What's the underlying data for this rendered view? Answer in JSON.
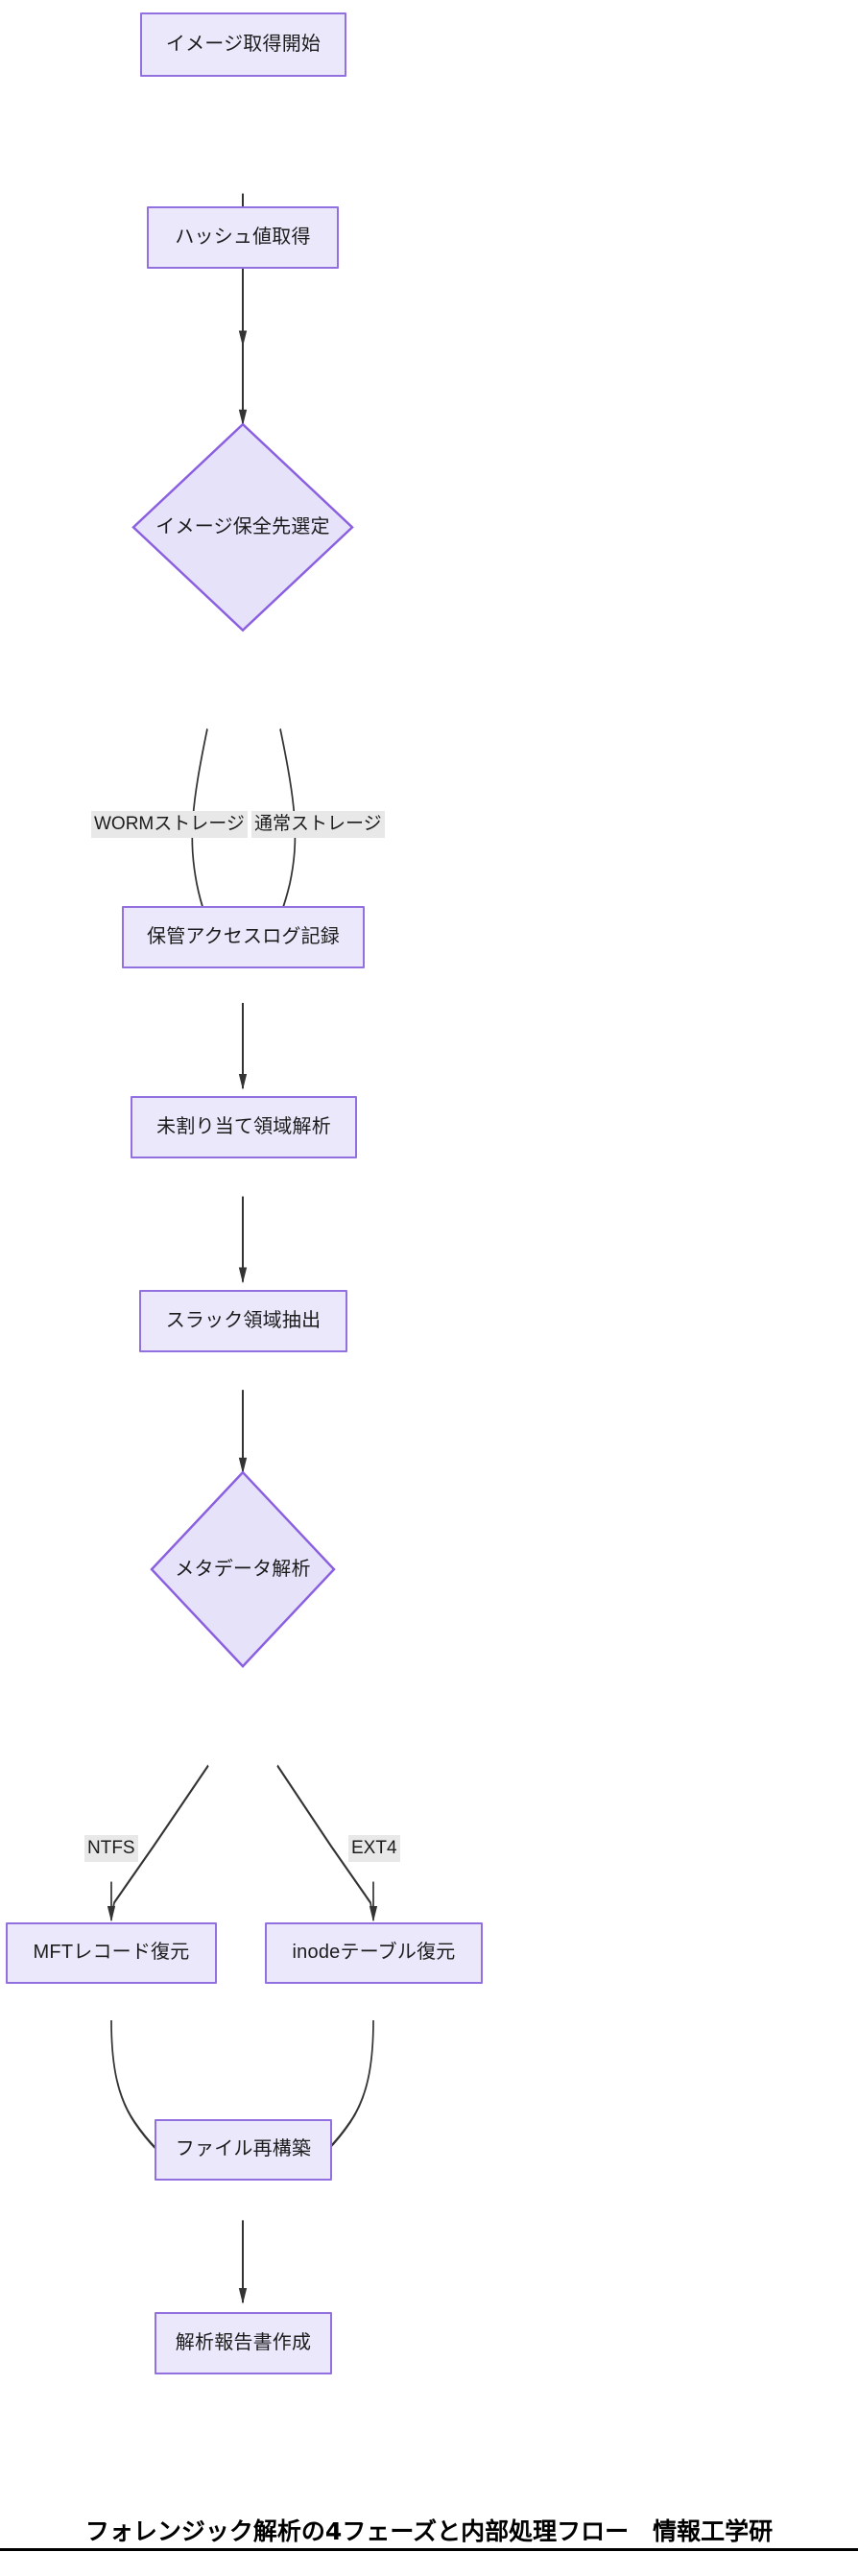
{
  "diagram": {
    "type": "flowchart",
    "direction": "top-to-bottom",
    "theme": {
      "node_fill": "#ebe8fb",
      "node_border": "#9370e0",
      "node_text": "#1c1c1c",
      "edge_stroke": "#333333",
      "edge_label_bg": "#e8e8e8",
      "background": "#ffffff"
    },
    "nodes": [
      {
        "id": "n1",
        "shape": "rect",
        "label": "イメージ取得開始"
      },
      {
        "id": "n2",
        "shape": "rect",
        "label": "ハッシュ値取得"
      },
      {
        "id": "n3",
        "shape": "diamond",
        "label": "イメージ保全先選定"
      },
      {
        "id": "n4",
        "shape": "rect",
        "label": "保管アクセスログ記録"
      },
      {
        "id": "n5",
        "shape": "rect",
        "label": "未割り当て領域解析"
      },
      {
        "id": "n6",
        "shape": "rect",
        "label": "スラック領域抽出"
      },
      {
        "id": "n7",
        "shape": "diamond",
        "label": "メタデータ解析"
      },
      {
        "id": "n8",
        "shape": "rect",
        "label": "MFTレコード復元"
      },
      {
        "id": "n9",
        "shape": "rect",
        "label": "inodeテーブル復元"
      },
      {
        "id": "n10",
        "shape": "rect",
        "label": "ファイル再構築"
      },
      {
        "id": "n11",
        "shape": "rect",
        "label": "解析報告書作成"
      }
    ],
    "edges": [
      {
        "from": "n1",
        "to": "n2",
        "label": ""
      },
      {
        "from": "n2",
        "to": "n3",
        "label": ""
      },
      {
        "from": "n3",
        "to": "n4",
        "label": "WORMストレージ"
      },
      {
        "from": "n3",
        "to": "n4",
        "label": "通常ストレージ"
      },
      {
        "from": "n4",
        "to": "n5",
        "label": ""
      },
      {
        "from": "n5",
        "to": "n6",
        "label": ""
      },
      {
        "from": "n6",
        "to": "n7",
        "label": ""
      },
      {
        "from": "n7",
        "to": "n8",
        "label": "NTFS"
      },
      {
        "from": "n7",
        "to": "n9",
        "label": "EXT4"
      },
      {
        "from": "n8",
        "to": "n10",
        "label": ""
      },
      {
        "from": "n9",
        "to": "n10",
        "label": ""
      },
      {
        "from": "n10",
        "to": "n11",
        "label": ""
      }
    ],
    "edge_labels": [
      {
        "id": "el-worm",
        "text": "WORMストレージ"
      },
      {
        "id": "el-normal",
        "text": "通常ストレージ"
      },
      {
        "id": "el-ntfs",
        "text": "NTFS"
      },
      {
        "id": "el-ext4",
        "text": "EXT4"
      }
    ]
  },
  "caption": {
    "text": "フォレンジック解析の4フェーズと内部処理フロー　情報工学研"
  }
}
